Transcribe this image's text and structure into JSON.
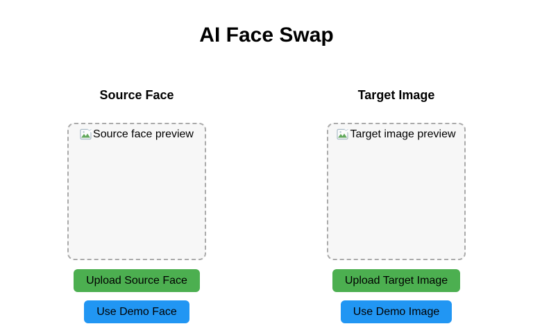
{
  "title": "AI Face Swap",
  "colors": {
    "upload_button": "#4caf50",
    "demo_button": "#2196f3",
    "preview_border": "#aaaaaa",
    "preview_background": "#f7f7f7"
  },
  "source": {
    "heading": "Source Face",
    "preview_alt": "Source face preview",
    "upload_label": "Upload Source Face",
    "demo_label": "Use Demo Face"
  },
  "target": {
    "heading": "Target Image",
    "preview_alt": "Target image preview",
    "upload_label": "Upload Target Image",
    "demo_label": "Use Demo Image"
  }
}
